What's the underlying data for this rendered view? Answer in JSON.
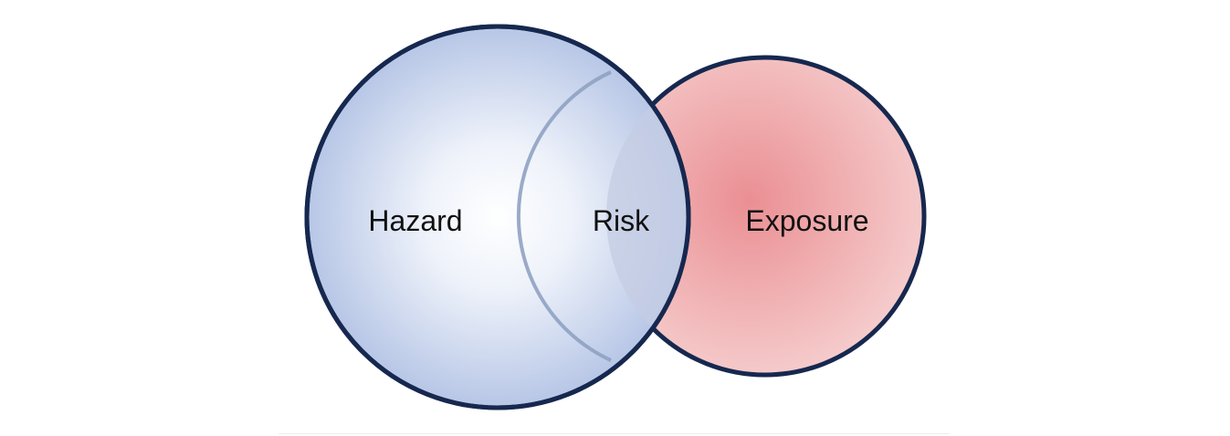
{
  "diagram": {
    "type": "venn",
    "sets": [
      {
        "label": "Hazard",
        "fill_edge": "#aebfe3",
        "fill_center": "#ffffff",
        "stroke": "#16284f"
      },
      {
        "label": "Exposure",
        "fill_edge": "#f6cfcf",
        "fill_center": "#ea8f93",
        "stroke": "#16284f"
      }
    ],
    "intersection": {
      "label": "Risk",
      "fill": "#c4cce3",
      "stroke": "#8fa2c2"
    }
  }
}
